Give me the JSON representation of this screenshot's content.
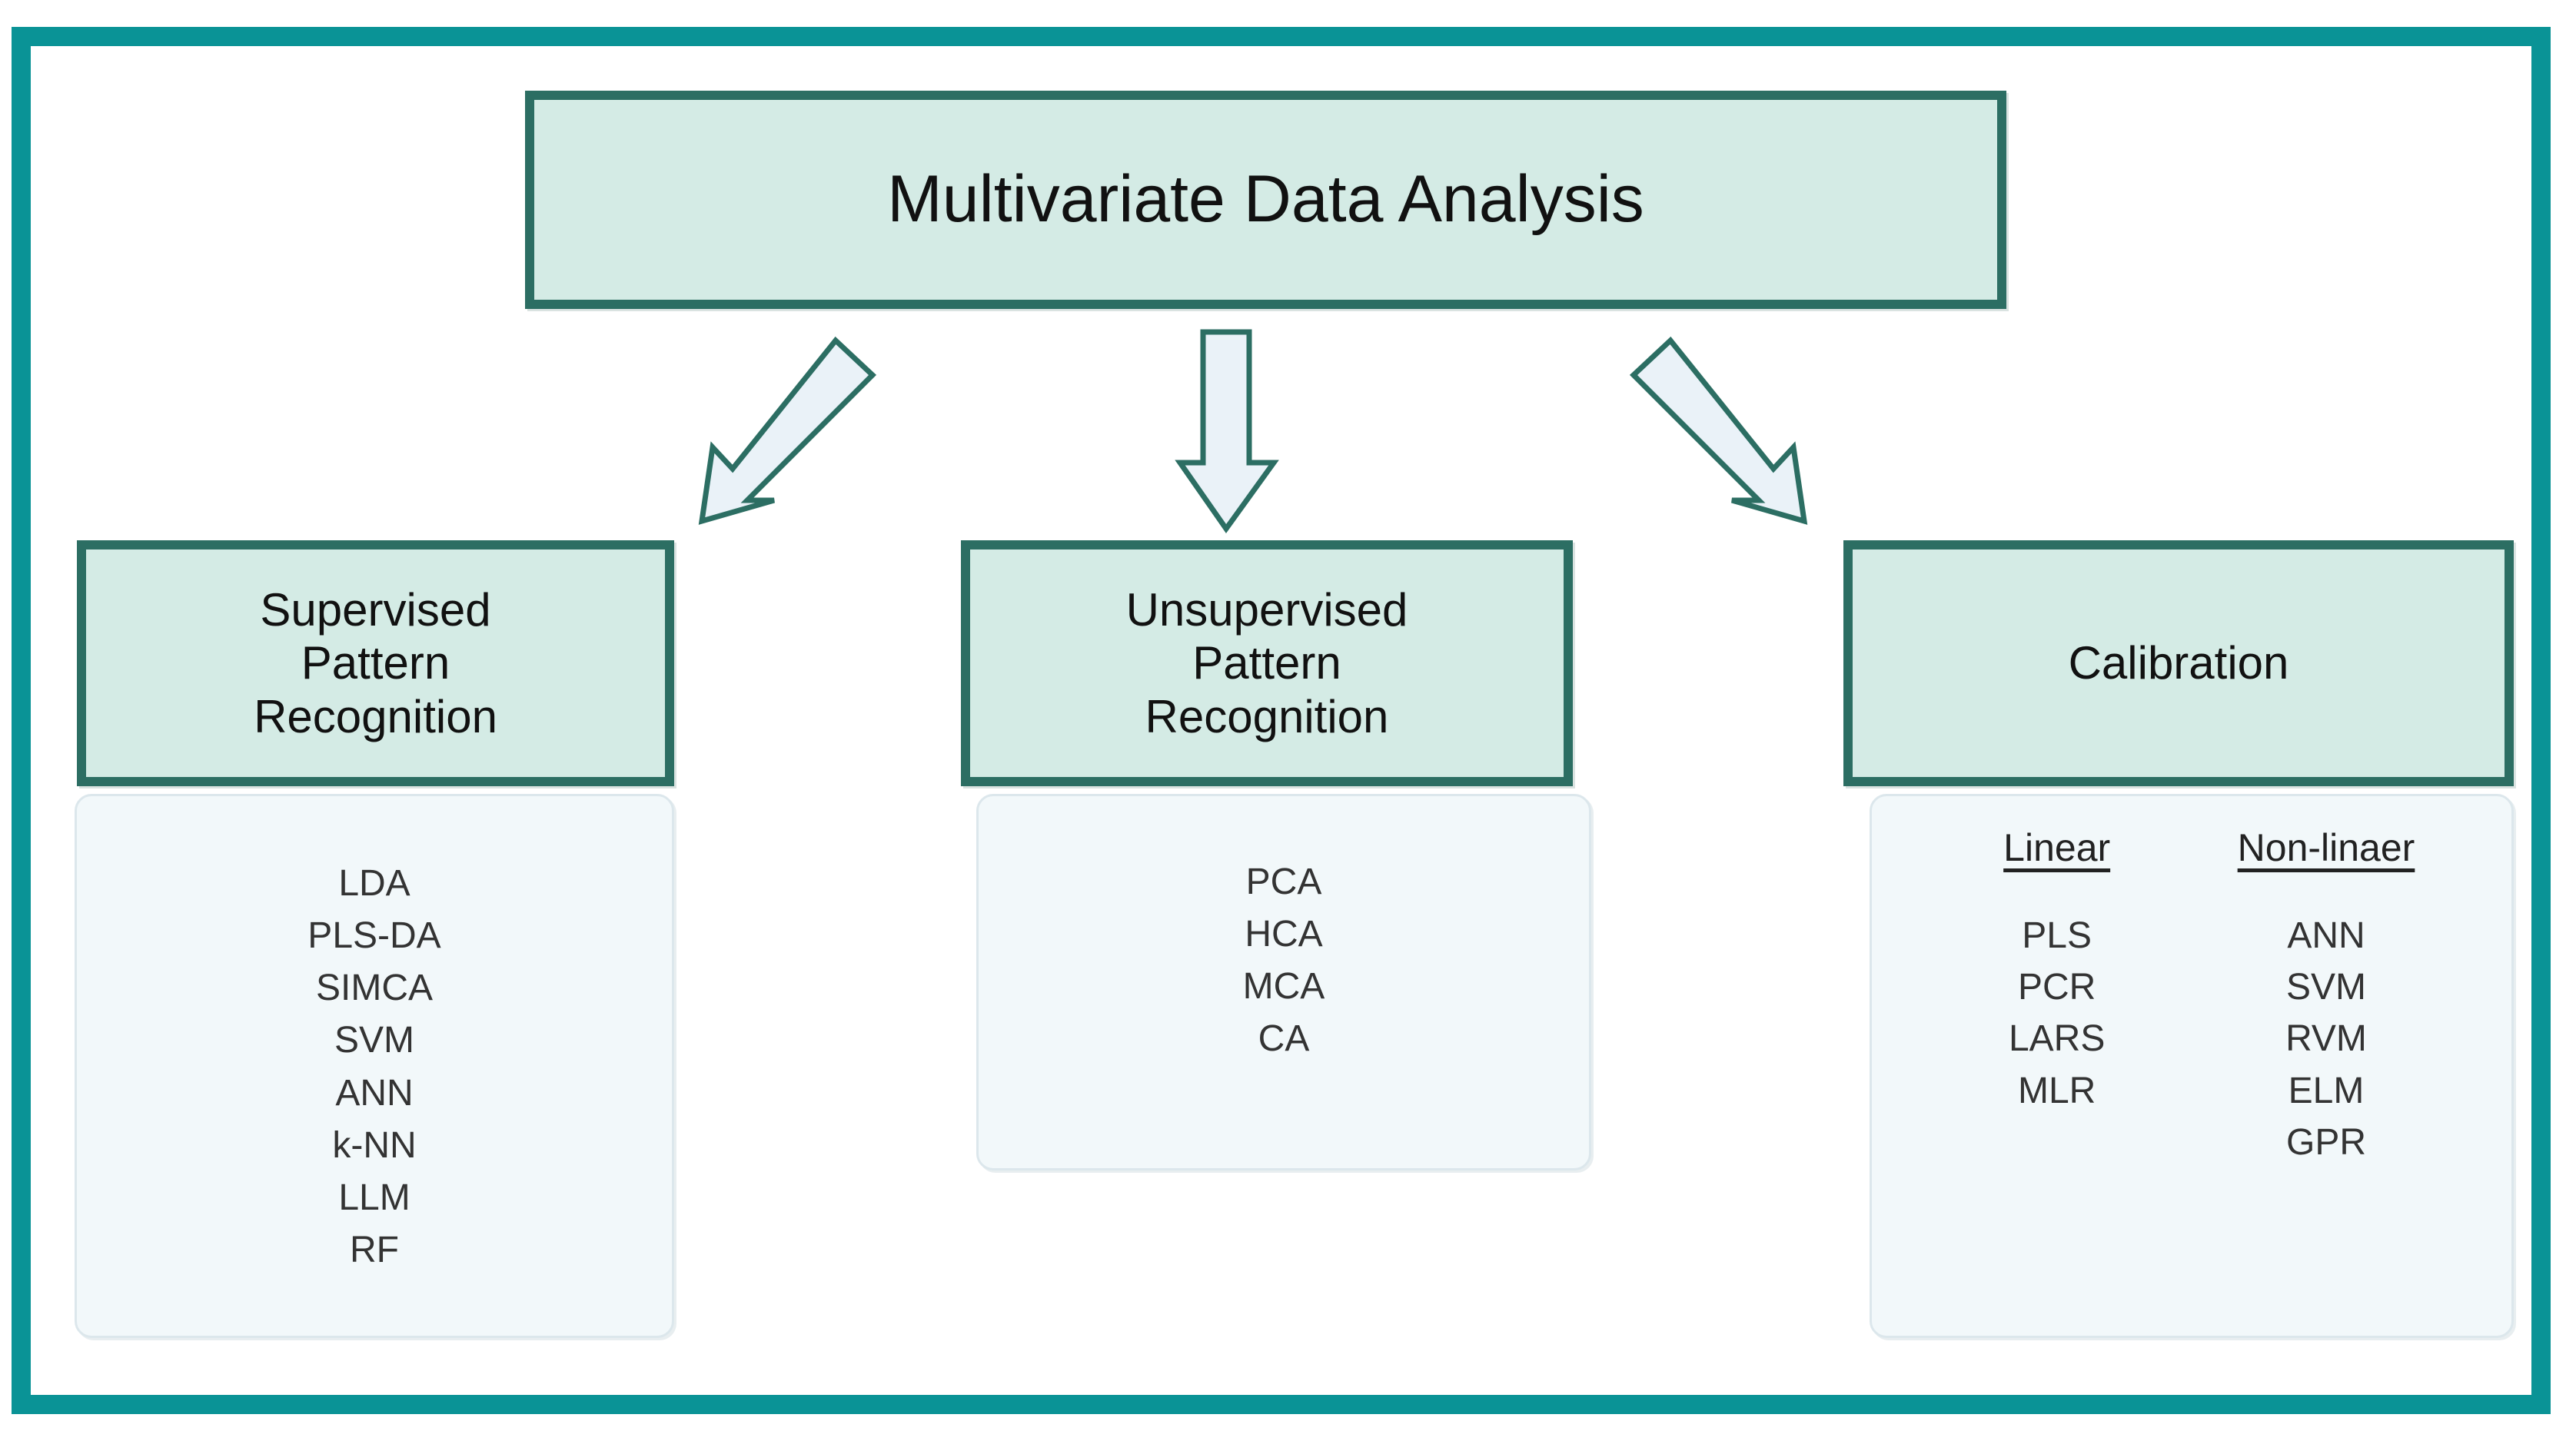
{
  "colors": {
    "outer_frame": "#0a9396",
    "box_border": "#2c6e63",
    "box_fill": "#d4ebe5",
    "panel_fill": "#f2f8fa",
    "panel_border": "#dce7ec",
    "arrow_outline": "#2c6e63",
    "arrow_fill": "#eaf2f8",
    "text": "#111111"
  },
  "title": {
    "label": "Multivariate Data Analysis"
  },
  "arrows": [
    {
      "name": "arrow-to-supervised",
      "direction": "down-left"
    },
    {
      "name": "arrow-to-unsupervised",
      "direction": "down"
    },
    {
      "name": "arrow-to-calibration",
      "direction": "down-right"
    }
  ],
  "branches": [
    {
      "id": "supervised",
      "header": "Supervised\nPattern\nRecognition",
      "items": [
        "LDA",
        "PLS-DA",
        "SIMCA",
        "SVM",
        "ANN",
        "k-NN",
        "LLM",
        "RF"
      ]
    },
    {
      "id": "unsupervised",
      "header": "Unsupervised\nPattern\nRecognition",
      "items": [
        "PCA",
        "HCA",
        "MCA",
        "CA"
      ]
    },
    {
      "id": "calibration",
      "header": "Calibration",
      "subgroups": [
        {
          "title": "Linear",
          "items": [
            "PLS",
            "PCR",
            "LARS",
            "MLR"
          ]
        },
        {
          "title": "Non-linaer",
          "items": [
            "ANN",
            "SVM",
            "RVM",
            "ELM",
            "GPR"
          ]
        }
      ]
    }
  ]
}
